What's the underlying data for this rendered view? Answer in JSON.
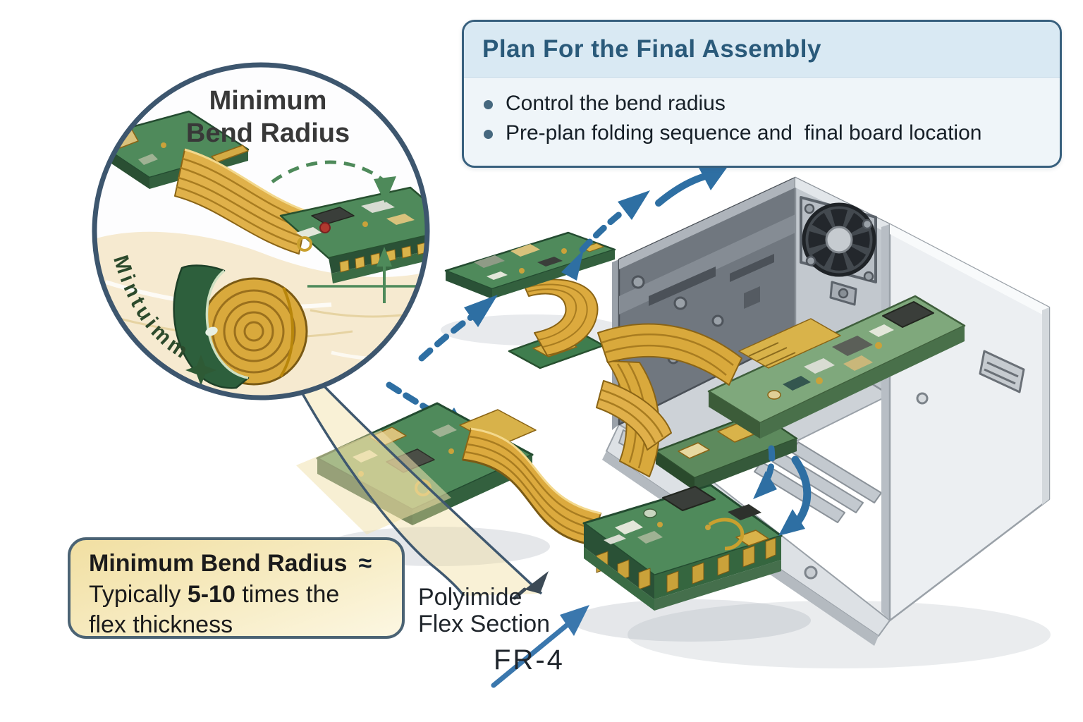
{
  "callout": {
    "title": "Plan For the Final Assembly",
    "bullets": [
      "Control the bend radius",
      "Pre-plan folding sequence and  final board location"
    ]
  },
  "magnifier": {
    "label_line1": "Minimum",
    "label_line2": "Bend Radius",
    "curved_label": "Mintuimm"
  },
  "note_box": {
    "heading": "Minimum Bend Radius",
    "approx": "≈",
    "line2_prefix": "Typically ",
    "line2_bold": "5-10",
    "line2_suffix": " times the",
    "line3": "flex thickness"
  },
  "labels": {
    "flex_line1": "Polyimide",
    "flex_line2": "Flex Section",
    "substrate": "FR-4"
  },
  "colors": {
    "slate_outline": "#3d566e",
    "callout_border": "#38607e",
    "callout_header_bg": "#d9e9f3",
    "callout_body_bg": "#eff5f9",
    "callout_title_text": "#2a5a7a",
    "bullet_dot": "#46687f",
    "note_border": "#4b6374",
    "note_yellow": "#f1dfa2",
    "arrow_blue": "#2e6fa3",
    "measure_green": "#4e8a5a",
    "pcb_green": "#4f8a5b",
    "flex_gold": "#dcaa3e",
    "chassis_gray": "#c2c8ce"
  }
}
